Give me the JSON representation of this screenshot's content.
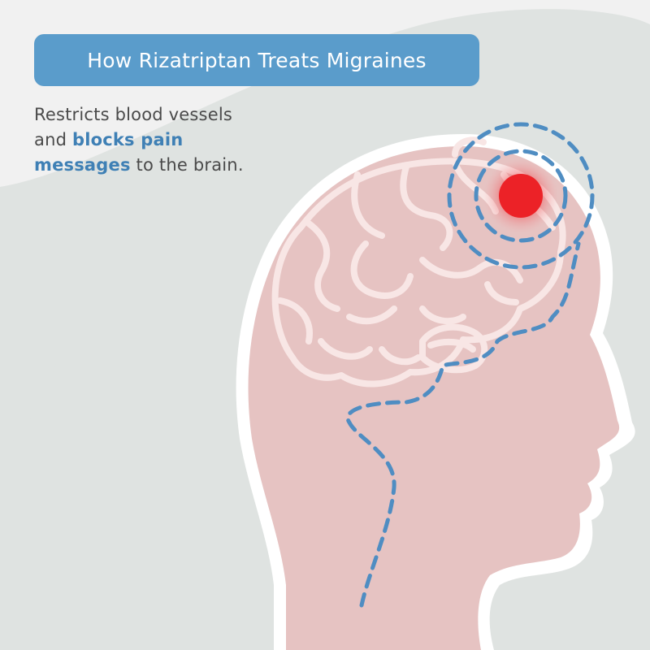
{
  "title": "How Rizatriptan Treats Migraines",
  "caption": {
    "line1": "Restricts blood vessels",
    "line2_prefix": "and ",
    "line2_highlight": "blocks pain",
    "line3_highlight": "messages",
    "line3_suffix": " to the brain."
  },
  "colors": {
    "background": "#f1f1f1",
    "swoosh": "#dfe3e1",
    "head_fill": "#e6c3c2",
    "head_outline": "#ffffff",
    "brain_lines": "#f8e6e5",
    "dashed_lines": "#4f8dc2",
    "pain_spot": "#ec2227",
    "banner": "#5a9ccb",
    "highlight_text": "#3f80b5"
  },
  "icons": {
    "head": "human-head-profile-icon",
    "brain": "brain-icon",
    "pain": "pain-spot-icon"
  }
}
